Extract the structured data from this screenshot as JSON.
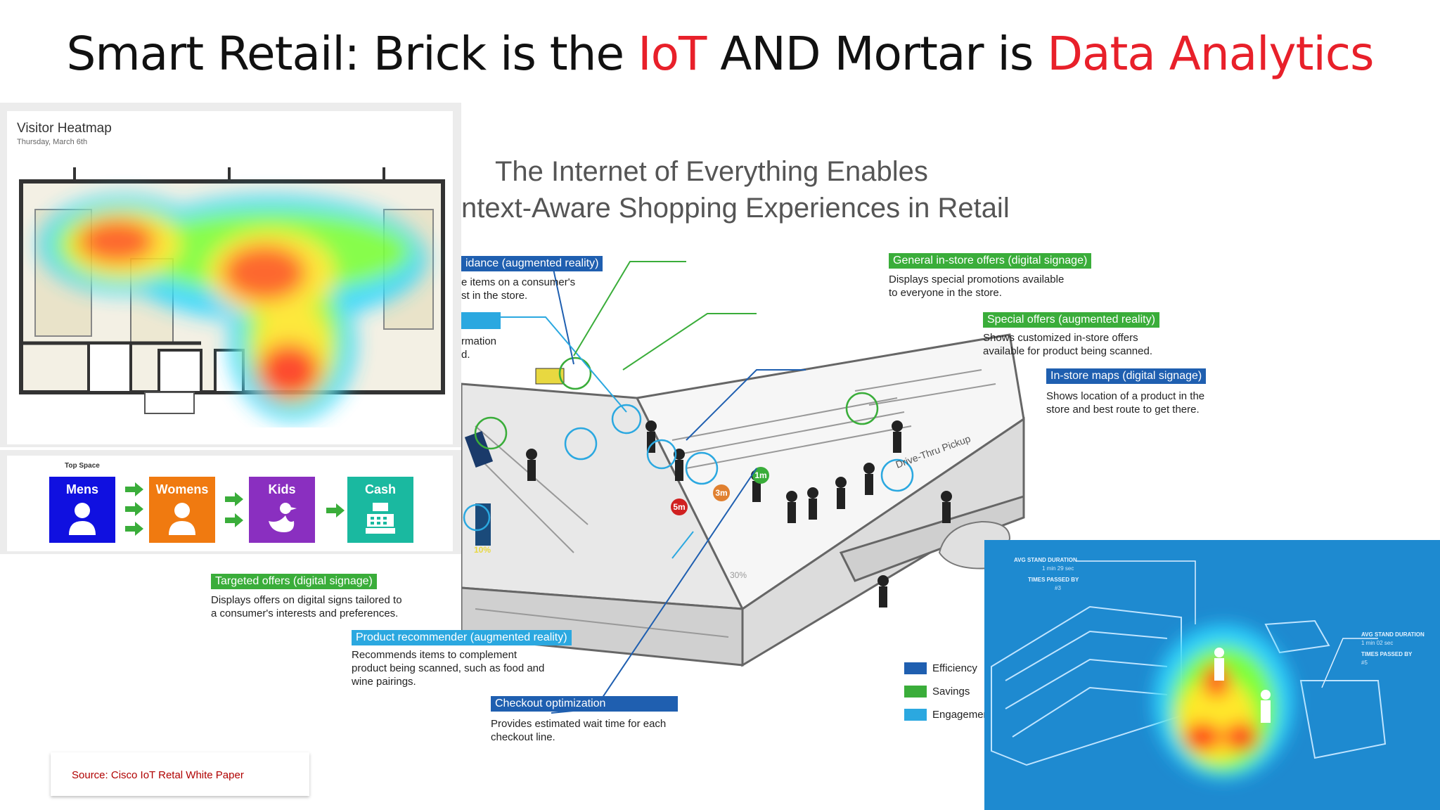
{
  "title": {
    "part1": "Smart Retail: Brick is the ",
    "iot": "IoT",
    "part2": " AND Mortar is ",
    "analytics": "Data Analytics"
  },
  "heatmap": {
    "title": "Visitor Heatmap",
    "date": "Thursday, March 6th"
  },
  "top_space": {
    "label": "Top Space",
    "tiles": [
      {
        "label": "Mens",
        "color": "#1010e0"
      },
      {
        "label": "Womens",
        "color": "#f07a10"
      },
      {
        "label": "Kids",
        "color": "#8a2fc0"
      },
      {
        "label": "Cash",
        "color": "#1ab9a0"
      }
    ]
  },
  "iot": {
    "heading_line1": "The Internet of Everything Enables",
    "heading_line2": "ntext-Aware Shopping Experiences in Retail",
    "callouts": {
      "guidance": {
        "head": "idance (augmented reality)",
        "l1": "e items on a consumer's",
        "l2": "st in the store."
      },
      "info": {
        "head": "",
        "l1": "rmation",
        "l2": "d."
      },
      "general": {
        "head": "General in-store offers (digital signage)",
        "l1": "Displays special promotions available",
        "l2": "to everyone in the store."
      },
      "special": {
        "head": "Special offers (augmented reality)",
        "l1": "Shows customized in-store offers",
        "l2": "available for product being scanned."
      },
      "maps": {
        "head": "In-store maps (digital signage)",
        "l1": "Shows location of a product in the",
        "l2": "store and best route to get there."
      },
      "targeted": {
        "head": "Targeted offers (digital signage)",
        "l1": "Displays offers on digital signs tailored to",
        "l2": "a consumer's interests and preferences."
      },
      "recommender": {
        "head": "Product  recommender (augmented reality)",
        "l1": "Recommends items to complement",
        "l2": "product being scanned, such as food and",
        "l3": "wine pairings."
      },
      "checkout": {
        "head": "Checkout optimization",
        "l1": "Provides estimated wait time for each",
        "l2": "checkout line."
      }
    },
    "legend": [
      {
        "label": "Efficiency",
        "color": "#1f5fb0"
      },
      {
        "label": "Savings",
        "color": "#3aad3a"
      },
      {
        "label": "Engagemen",
        "color": "#2ba8e0"
      }
    ],
    "badges": [
      "5m",
      "3m",
      "1m",
      "10%",
      "30%"
    ],
    "store_sign": "Drive-Thru Pickup",
    "colors": {
      "blue": "#1f5fb0",
      "green": "#3aad3a",
      "cyan": "#2ba8e0"
    }
  },
  "source": "Source:  Cisco IoT Retal White Paper",
  "blue_panel": {
    "a_title": "AVG STAND DURATION",
    "a_val": "1 min 29 sec",
    "a_times": "TIMES PASSED BY",
    "a_count": "#3",
    "b_title": "AVG STAND DURATION",
    "b_val": "1 min 02 sec",
    "b_times": "TIMES PASSED BY",
    "b_count": "#5"
  }
}
